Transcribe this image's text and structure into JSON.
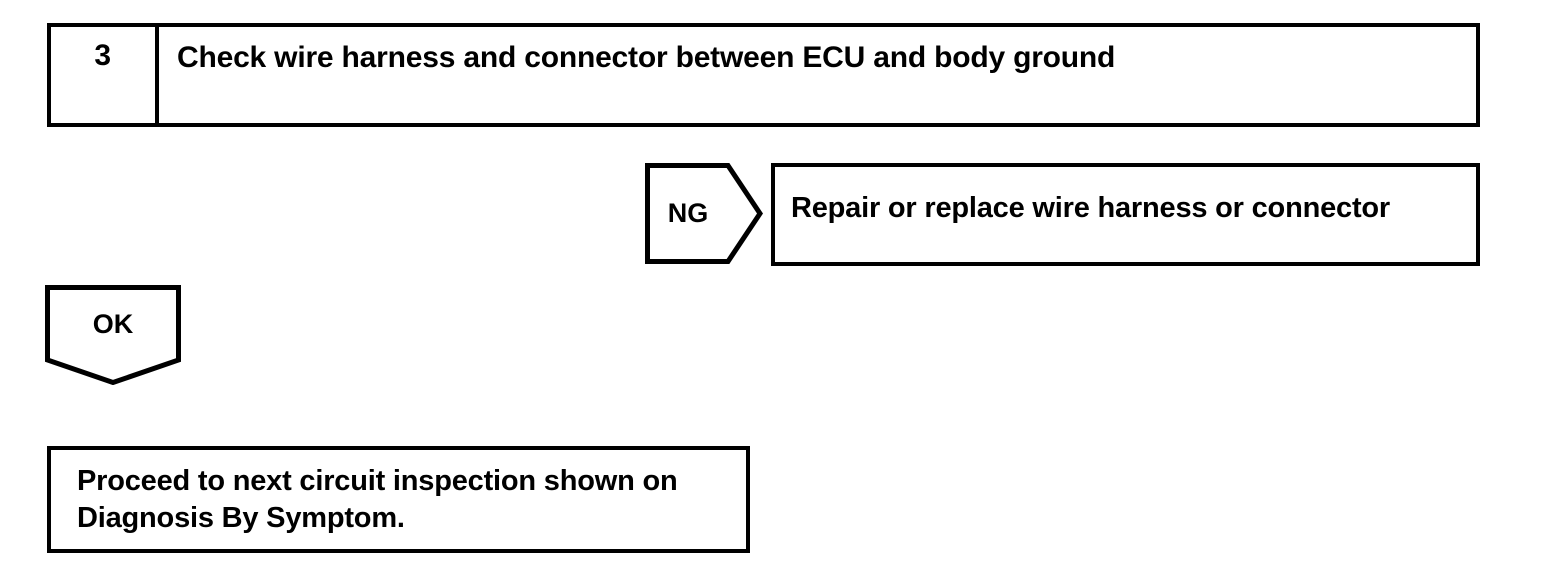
{
  "diagram": {
    "type": "troubleshooting-flowchart",
    "stroke_color": "#000000",
    "background_color": "#ffffff",
    "step": {
      "number": "3",
      "title": "Check wire harness and connector between ECU and body ground"
    },
    "branches": {
      "ng": {
        "label": "NG",
        "shape": "right-pointing-pentagon",
        "result": {
          "text": "Repair or replace wire harness or connector"
        }
      },
      "ok": {
        "label": "OK",
        "shape": "down-pointing-pentagon",
        "result": {
          "line1": "Proceed to next circuit inspection shown on",
          "line2": "Diagnosis By Symptom."
        }
      }
    }
  }
}
